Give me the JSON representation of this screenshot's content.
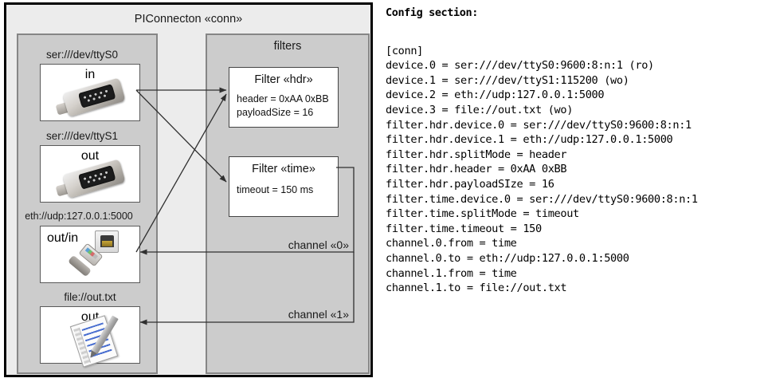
{
  "diagram": {
    "title": "PIConnecton «conn»",
    "devices_panel": {
      "name": "devices",
      "items": [
        {
          "label": "ser:///dev/ttyS0",
          "direction": "in",
          "icon": "serial-db9-icon"
        },
        {
          "label": "ser:///dev/ttyS1",
          "direction": "out",
          "icon": "serial-db9-icon"
        },
        {
          "label": "eth://udp:127.0.0.1:5000",
          "direction": "out/in",
          "icon": "ethernet-rj45-icon"
        },
        {
          "label": "file://out.txt",
          "direction": "out",
          "icon": "text-file-icon"
        }
      ]
    },
    "filters_panel": {
      "title": "filters",
      "filters": [
        {
          "title": "Filter «hdr»",
          "props": "header = 0xAA 0xBB\npayloadSize = 16"
        },
        {
          "title": "Filter «time»",
          "props": "timeout = 150 ms"
        }
      ],
      "channels": [
        {
          "label": "channel «0»"
        },
        {
          "label": "channel «1»"
        }
      ]
    },
    "colors": {
      "outer_bg": "#ececec",
      "panel_bg": "#cccccc",
      "panel_border": "#868686",
      "box_bg": "#ffffff",
      "outline": "#000000",
      "wire": "#3a3a3a"
    }
  },
  "config": {
    "heading": "Config section:",
    "lines": "[conn]\ndevice.0 = ser:///dev/ttyS0:9600:8:n:1 (ro)\ndevice.1 = ser:///dev/ttyS1:115200 (wo)\ndevice.2 = eth://udp:127.0.0.1:5000\ndevice.3 = file://out.txt (wo)\nfilter.hdr.device.0 = ser:///dev/ttyS0:9600:8:n:1\nfilter.hdr.device.1 = eth://udp:127.0.0.1:5000\nfilter.hdr.splitMode = header\nfilter.hdr.header = 0xAA 0xBB\nfilter.hdr.payloadSIze = 16\nfilter.time.device.0 = ser:///dev/ttyS0:9600:8:n:1\nfilter.time.splitMode = timeout\nfilter.time.timeout = 150\nchannel.0.from = time\nchannel.0.to = eth://udp:127.0.0.1:5000\nchannel.1.from = time\nchannel.1.to = file://out.txt"
  }
}
